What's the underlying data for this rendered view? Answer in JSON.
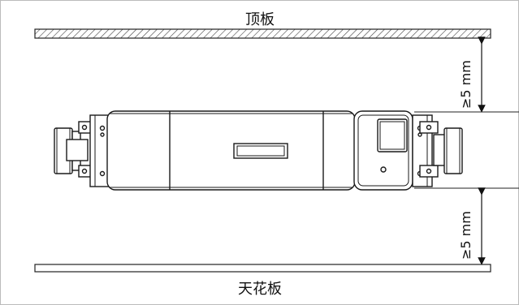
{
  "labels": {
    "top_panel": "顶板",
    "bottom_panel": "天花板",
    "top_gap": "≥5 mm",
    "bottom_gap": "≥5 mm"
  },
  "colors": {
    "line": "#1a1a1a",
    "hatch": "#555555",
    "frame": "#cccccc"
  }
}
